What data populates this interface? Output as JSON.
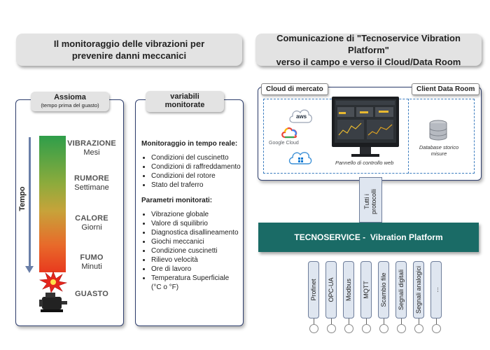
{
  "left_header": {
    "line1": "Il monitoraggio delle vibrazioni per",
    "line2": "prevenire danni meccanici"
  },
  "right_header": {
    "line1": "Comunicazione di \"Tecnoservice Vibration Platform\"",
    "line2": "verso il campo e verso il Cloud/Data Room"
  },
  "assioma": {
    "title": "Assioma",
    "subtitle": "(tempo prima del guasto)",
    "axis_label": "Tempo",
    "stages": [
      {
        "name": "VIBRAZIONE",
        "time": "Mesi"
      },
      {
        "name": "RUMORE",
        "time": "Settimane"
      },
      {
        "name": "CALORE",
        "time": "Giorni"
      },
      {
        "name": "FUMO",
        "time": "Minuti"
      },
      {
        "name": "GUASTO",
        "time": ""
      }
    ]
  },
  "variabili": {
    "title_line1": "variabili",
    "title_line2": "monitorate",
    "section1_title": "Monitoraggio in tempo reale:",
    "section1_items": [
      "Condizioni del cuscinetto",
      "Condizioni di raffreddamento",
      "Condizioni del rotore",
      "Stato del traferro"
    ],
    "section2_title": "Parametri monitorati:",
    "section2_items": [
      "Vibrazione globale",
      "Valore di squilibrio",
      "Diagnostica disallineamento",
      "Giochi meccanici",
      "Condizione cuscinetti",
      "Rilievo velocità",
      "Ore di lavoro",
      "Temperatura Superficiale (°C o °F)"
    ]
  },
  "cloud": {
    "left_label": "Cloud di mercato",
    "right_label": "Client Data Room",
    "aws": "aws",
    "google_cloud": "Google Cloud",
    "panel_caption": "Pannello di controllo web",
    "db_caption_line1": "Database storico",
    "db_caption_line2": "misure"
  },
  "link": {
    "label_line1": "Tutti i",
    "label_line2": "protocolli"
  },
  "platform": {
    "label": "TECNOSERVICE -  Vibration Platform",
    "color": "#1a6b66"
  },
  "protocols": [
    "Profinet",
    "OPC-UA",
    "Modbus",
    "MQTT",
    "Scambio file",
    "Segnali digitali",
    "Segnali analogici",
    "..."
  ],
  "colors": {
    "panel_border": "#2f3f6e",
    "gradient_top": "#2e9e4a",
    "gradient_bottom": "#e83a1e",
    "dashed": "#3c7dbf"
  }
}
